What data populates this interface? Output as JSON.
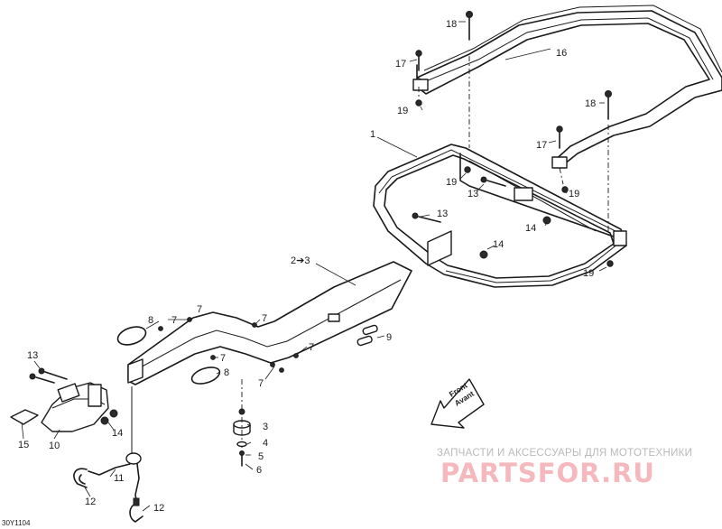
{
  "callouts": [
    "1",
    "2➔3",
    "3",
    "4",
    "5",
    "6",
    "7",
    "8",
    "9",
    "10",
    "11",
    "12",
    "13",
    "14",
    "15",
    "16",
    "17",
    "18",
    "19"
  ],
  "front_arrow": {
    "line1": "Front",
    "line2": "Avant"
  },
  "drawing_code": "30Y1104",
  "watermark": {
    "text": "ЗАПЧАСТИ И АКСЕССУАРЫ ДЛЯ МОТОТЕХНИКИ",
    "logo": "PARTSFOR.RU",
    "logo_color": "#f4b8bd",
    "text_color": "#b9b9b9"
  }
}
